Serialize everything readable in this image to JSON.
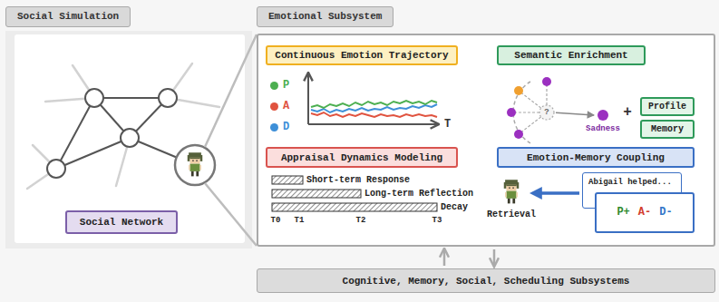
{
  "diagram": {
    "nodes": [
      {
        "text": [
          "Social Simulation"
        ]
      },
      {
        "text": [
          "Social Network"
        ],
        "in": 0
      },
      {
        "text": [
          "Emotional Subsystem"
        ]
      },
      {
        "text": [
          "Continuous Emotion Trajectory"
        ],
        "in": 2
      },
      {
        "text": [
          "Semantic Enrichment"
        ],
        "in": 2
      },
      {
        "text": [
          "Profile"
        ],
        "in": 2
      },
      {
        "text": [
          "Memory"
        ],
        "in": 2
      },
      {
        "text": [
          "Appraisal Dynamics Modeling"
        ],
        "in": 2
      },
      {
        "text": [
          "Emotion-Memory Coupling"
        ],
        "in": 2
      },
      {
        "text": [
          "Abigail helped..."
        ],
        "in": 2
      },
      {
        "text": [
          "P+",
          "A-",
          "D-"
        ],
        "in": 2
      },
      {
        "text": [
          "Cognitive, Memory, Social, Scheduling Subsystems"
        ]
      }
    ],
    "edges": [
      {
        "from": 11,
        "to": 2,
        "arrow": "to"
      },
      {
        "from": 2,
        "to": 11,
        "arrow": "to"
      }
    ],
    "labels": [
      "T",
      "?",
      "Sadness",
      "+",
      "Short-term Response",
      "Long-term Reflection",
      "Decay",
      "T0",
      "T1",
      "T2",
      "T3",
      "Retrieval"
    ],
    "legend": [
      {
        "text": "P",
        "color": "#4caf50"
      },
      {
        "text": "A",
        "color": "#e0533f"
      },
      {
        "text": "D",
        "color": "#3d8fd8"
      }
    ]
  }
}
